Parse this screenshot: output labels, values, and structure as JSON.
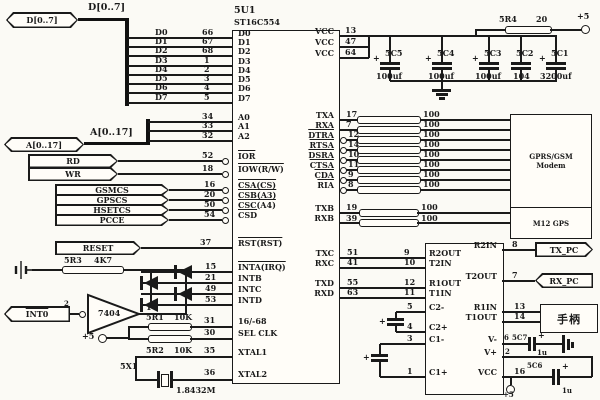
{
  "ic": {
    "ref": "5U1",
    "part": "ST16C554",
    "left_pins": [
      {
        "name": "D0",
        "num": "66"
      },
      {
        "name": "D1",
        "num": "67"
      },
      {
        "name": "D2",
        "num": "68"
      },
      {
        "name": "D3",
        "num": "1"
      },
      {
        "name": "D4",
        "num": "2"
      },
      {
        "name": "D5",
        "num": "3"
      },
      {
        "name": "D6",
        "num": "4"
      },
      {
        "name": "D7",
        "num": "5"
      },
      {
        "name": "A0",
        "num": "34"
      },
      {
        "name": "A1",
        "num": "33"
      },
      {
        "name": "A2",
        "num": "32"
      },
      {
        "name": "IOR",
        "num": "52"
      },
      {
        "name": "IOW(R/W)",
        "num": "18"
      },
      {
        "name": "CSA(CS)",
        "num": "16"
      },
      {
        "name": "CSB(A3)",
        "num": "20"
      },
      {
        "name": "CSC(A4)",
        "num": "50"
      },
      {
        "name": "CSD",
        "num": "54"
      },
      {
        "name": "RST(RST)",
        "num": "37"
      },
      {
        "name": "INTA(IRQ)",
        "num": "15"
      },
      {
        "name": "INTB",
        "num": "21"
      },
      {
        "name": "INTC",
        "num": "49"
      },
      {
        "name": "INTD",
        "num": "53"
      },
      {
        "name": "16/-68",
        "num": "31"
      },
      {
        "name": "SEL CLK",
        "num": "30"
      },
      {
        "name": "XTAL1",
        "num": "35"
      },
      {
        "name": "XTAL2",
        "num": "36"
      }
    ],
    "right_pins": [
      {
        "name": "VCC",
        "num": "13"
      },
      {
        "name": "VCC",
        "num": "47"
      },
      {
        "name": "VCC",
        "num": "64"
      },
      {
        "name": "TXA",
        "num": "17"
      },
      {
        "name": "RXA",
        "num": "7"
      },
      {
        "name": "DTRA",
        "num": "12"
      },
      {
        "name": "RTSA",
        "num": "14"
      },
      {
        "name": "DSRA",
        "num": "10"
      },
      {
        "name": "CTSA",
        "num": "11"
      },
      {
        "name": "CDA",
        "num": "9"
      },
      {
        "name": "RIA",
        "num": "8"
      },
      {
        "name": "TXB",
        "num": "19"
      },
      {
        "name": "RXB",
        "num": "39"
      },
      {
        "name": "TXC",
        "num": "51"
      },
      {
        "name": "RXC",
        "num": "41"
      },
      {
        "name": "TXD",
        "num": "55"
      },
      {
        "name": "RXD",
        "num": "63"
      }
    ]
  },
  "buses": {
    "d_flag": "D[0..7]",
    "d_label": "D[0..7]",
    "a_flag": "A[0..17]",
    "a_label": "A[0..17]"
  },
  "flags": {
    "rd": "RD",
    "wr": "WR",
    "gsmcs": "GSMCS",
    "gpscs": "GPSCS",
    "hsetcs": "HSETCS",
    "pccs": "PCCE",
    "reset": "RESET",
    "int0": "INT0",
    "int0_pin": "2",
    "tx_pc": "TX_PC",
    "rx_pc": "RX_PC"
  },
  "gate": {
    "ref": "7404",
    "node": "1"
  },
  "resistors": {
    "r100": "100",
    "r4_ref": "5R4",
    "r4_val": "20",
    "r3_ref": "5R3",
    "r3_val": "4K7",
    "r1_ref": "5R1",
    "r1_val": "10K",
    "r2_ref": "5R2",
    "r2_val": "10K"
  },
  "capacitors": {
    "c5_ref": "5C5",
    "c5_val": "100uf",
    "c4_ref": "5C4",
    "c4_val": "100uf",
    "c3_ref": "5C3",
    "c3_val": "100uf",
    "c2_ref": "5C2",
    "c2_val": "104",
    "c1_ref": "5C1",
    "c1_val": "3200uf",
    "c7_ref": "5C7",
    "c7_val": "1u",
    "c6_ref": "5C6",
    "c6_val": "1u"
  },
  "crystal": {
    "ref": "5X1",
    "val": "1.8432M"
  },
  "power": {
    "p5": "+5",
    "plus": "+"
  },
  "boxes": {
    "modem_line1": "GPRS/GSM",
    "modem_line2": "Modem",
    "gps": "M12 GPS",
    "handset": "手柄"
  },
  "max": {
    "left_pins": [
      {
        "name": "R2OUT",
        "num": "9"
      },
      {
        "name": "T2IN",
        "num": "10"
      },
      {
        "name": "R1OUT",
        "num": "12"
      },
      {
        "name": "T1IN",
        "num": "11"
      },
      {
        "name": "C2-",
        "num": "5"
      },
      {
        "name": "C2+",
        "num": "4"
      },
      {
        "name": "C1-",
        "num": "3"
      },
      {
        "name": "C1+",
        "num": "1"
      }
    ],
    "right_pins": [
      {
        "name": "R2IN",
        "num": "8"
      },
      {
        "name": "T2OUT",
        "num": "7"
      },
      {
        "name": "R1IN",
        "num": "13"
      },
      {
        "name": "T1OUT",
        "num": "14"
      },
      {
        "name": "V-",
        "num": "6"
      },
      {
        "name": "V+",
        "num": "2"
      },
      {
        "name": "VCC",
        "num": "16"
      }
    ]
  }
}
